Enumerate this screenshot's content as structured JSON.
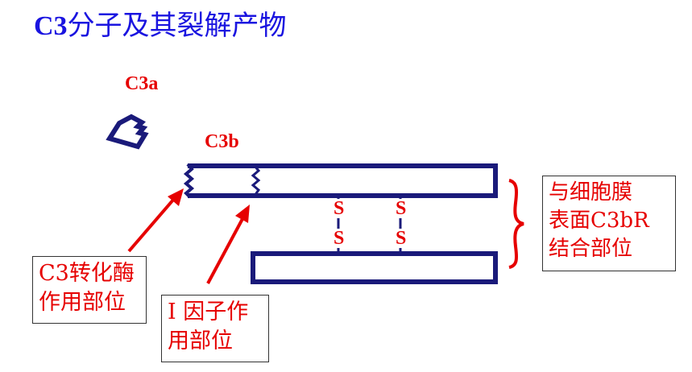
{
  "title": {
    "latin": "C3",
    "cjk": "分子及其裂解产物"
  },
  "labels": {
    "c3a": "C3a",
    "c3b": "C3b"
  },
  "bonds": {
    "disulfide_letter": "S"
  },
  "boxes": {
    "convertase": {
      "line1": "C3转化酶",
      "line2": "作用部位"
    },
    "factor_i": {
      "line1": "I 因子作",
      "line2": "用部位"
    },
    "receptor": {
      "line1": "与细胞膜",
      "line2": "表面C3bR",
      "line3": "结合部位"
    }
  },
  "colors": {
    "title": "#1a14e0",
    "label_red": "#e60000",
    "chain_blue": "#1a1a7a",
    "arrow_red": "#e60000",
    "box_border": "#333333"
  }
}
